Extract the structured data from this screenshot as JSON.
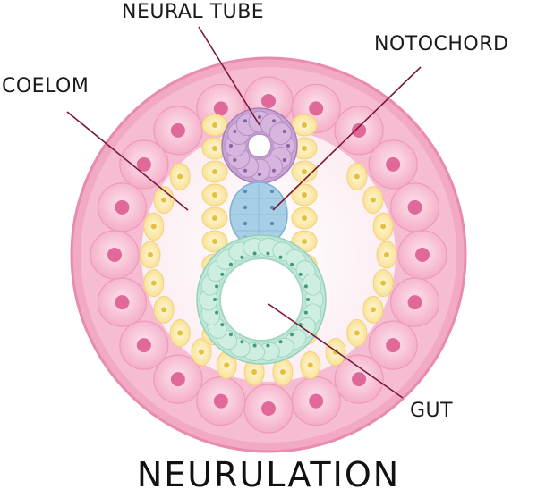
{
  "labels": {
    "neural_tube": "NEURAL TUBE",
    "notochord": "NOTOCHORD",
    "coelom": "COELOM",
    "gut": "GUT"
  },
  "title": "NEURULATION",
  "colors": {
    "outer_ring": "#f2a9c4",
    "outer_ring_edge": "#e88bb0",
    "ectoderm_cell": "#f7bfd3",
    "ectoderm_nucleus": "#e0699a",
    "cavity": "#fdf3f6",
    "mesoderm_cell": "#fbe7a6",
    "mesoderm_nucleus": "#e3c13c",
    "neural_tube": "#c9a2d4",
    "notochord": "#a9cfe6",
    "gut": "#bfe6d6",
    "leader_line": "#7a1838"
  },
  "icons": [
    "outer-ring",
    "ectoderm-cells",
    "neural-tube",
    "notochord",
    "gut-tube",
    "mesoderm-cells"
  ]
}
